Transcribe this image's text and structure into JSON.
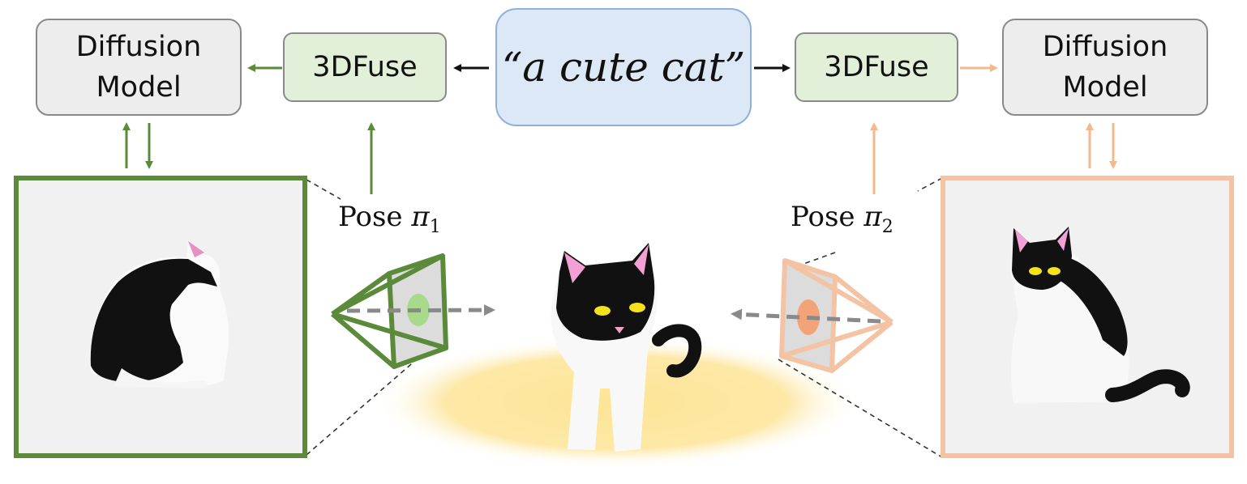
{
  "prompt": {
    "text": "“a cute cat”"
  },
  "left": {
    "diffusion": {
      "line1": "Diffusion",
      "line2": "Model"
    },
    "fuse": {
      "label": "3DFuse"
    },
    "pose": {
      "prefix": "Pose ",
      "symbol": "π",
      "index": "1"
    }
  },
  "right": {
    "diffusion": {
      "line1": "Diffusion",
      "line2": "Model"
    },
    "fuse": {
      "label": "3DFuse"
    },
    "pose": {
      "prefix": "Pose ",
      "symbol": "π",
      "index": "2"
    }
  },
  "colors": {
    "green": "#5a8a3a",
    "orange": "#f3b98d",
    "black_arrow": "#111111",
    "dashed_gray": "#8a8a8a",
    "spot": "#fde596"
  },
  "icons": [
    "cat-image",
    "camera-icon",
    "arrow-icon"
  ]
}
